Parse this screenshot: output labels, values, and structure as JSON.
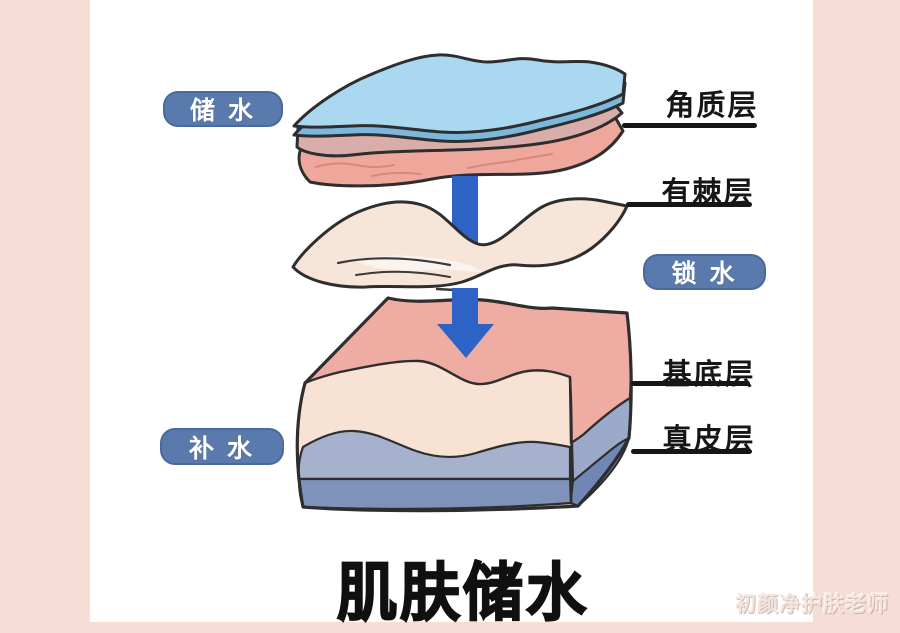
{
  "colors": {
    "page_bg": "#f6ddd6",
    "canvas_bg": "#ffffff",
    "badge_bg": "#5a79ac",
    "badge_text": "#ffffff",
    "label_text": "#161616",
    "leader_line": "#161616",
    "title_text": "#101010",
    "watermark_text": "#f3e4de",
    "arrow_blue": "#2e63c6",
    "sheet_blue": "#a9d8f0",
    "sheet_blue_edge": "#7cb8dd",
    "sheet_mauve": "#d9aeaa",
    "sheet_salmon": "#f0a79b",
    "sheet_cream": "#f7e5d9",
    "block_cream": "#f8e2d4",
    "block_pink": "#eeaca2",
    "block_gray": "#a6b2cd",
    "block_slate": "#7e92ba",
    "block_side_gray": "#9baac8",
    "block_side_slate": "#7187b3",
    "outline": "#2e2e2e"
  },
  "badges": {
    "store_water": "储 水",
    "lock_water": "锁 水",
    "replenish_water": "补 水"
  },
  "layer_labels": [
    {
      "name": "stratum-corneum",
      "text": "角质层"
    },
    {
      "name": "stratum-spinosum",
      "text": "有棘层"
    },
    {
      "name": "basal-layer",
      "text": "基底层"
    },
    {
      "name": "dermis-layer",
      "text": "真皮层"
    }
  ],
  "title": "肌肤储水",
  "watermark": "初颜净护肤老师"
}
